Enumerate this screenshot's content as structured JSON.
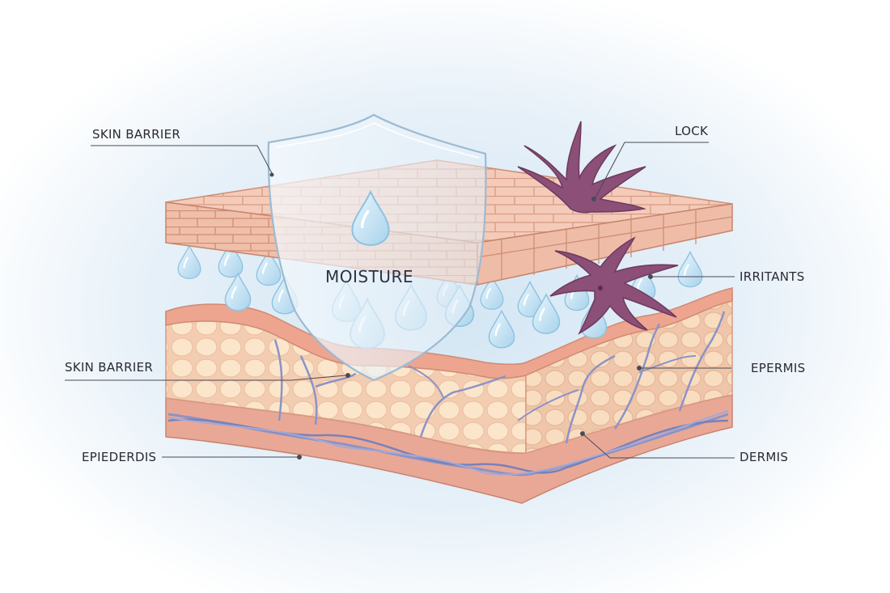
{
  "labels": {
    "skin_barrier_top": "SKIN BARRIER",
    "lock": "LOCK",
    "irritants": "IRRITANTS",
    "skin_barrier_left": "SKIN BARRIER",
    "epermis": "EPERMIS",
    "epiederdis": "EPIEDERDIS",
    "dermis": "DERMIS",
    "moisture": "MOISTURE"
  },
  "colors": {
    "background_glow": "#d9e9f5",
    "brick": "#f1c3ae",
    "cells": "#fbe3c6",
    "dermis": "#e8a593",
    "vessels": "#8c93c6",
    "droplet": "#bfe0f2",
    "irritant": "#8b4f78",
    "shield": "#e8f2fa"
  }
}
